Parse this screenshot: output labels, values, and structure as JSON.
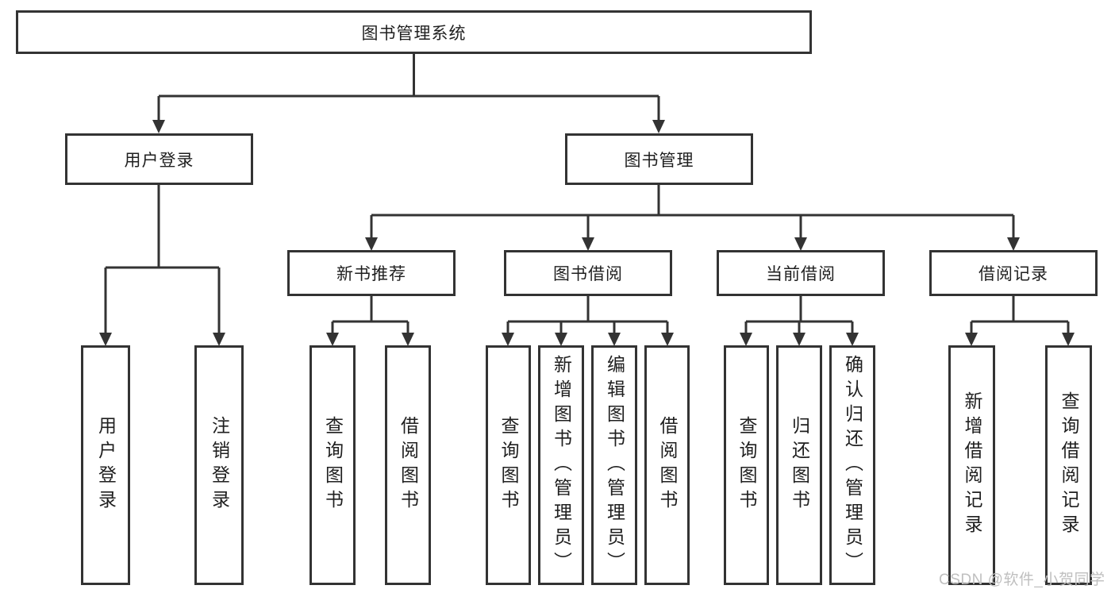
{
  "diagram": {
    "root": {
      "label": "图书管理系统"
    },
    "level2": {
      "user_login": {
        "label": "用户登录"
      },
      "book_mgmt": {
        "label": "图书管理"
      }
    },
    "level3": {
      "new_book_rec": {
        "label": "新书推荐"
      },
      "book_borrow": {
        "label": "图书借阅"
      },
      "current_borrow": {
        "label": "当前借阅"
      },
      "borrow_record": {
        "label": "借阅记录"
      }
    },
    "leaves": {
      "user_login_leaf": {
        "label": "用户登录"
      },
      "logout": {
        "label": "注销登录"
      },
      "nbr_query_book": {
        "label": "查询图书"
      },
      "nbr_borrow_book": {
        "label": "借阅图书"
      },
      "bb_query_book": {
        "label": "查询图书"
      },
      "bb_add_book": {
        "label": "新增图书（管理员）"
      },
      "bb_edit_book": {
        "label": "编辑图书（管理员）"
      },
      "bb_borrow_book": {
        "label": "借阅图书"
      },
      "cb_query_book": {
        "label": "查询图书"
      },
      "cb_return_book": {
        "label": "归还图书"
      },
      "cb_confirm_return": {
        "label": "确认归还（管理员）"
      },
      "br_add_record": {
        "label": "新增借阅记录"
      },
      "br_query_record": {
        "label": "查询借阅记录"
      }
    }
  },
  "watermark": {
    "text": "CSDN @软件_小贺同学"
  },
  "colors": {
    "line": "#333333",
    "box_border": "#333333",
    "box_fill": "#ffffff",
    "text": "#1f1f1f",
    "watermark": "#bfbfbf",
    "background": "#ffffff"
  }
}
